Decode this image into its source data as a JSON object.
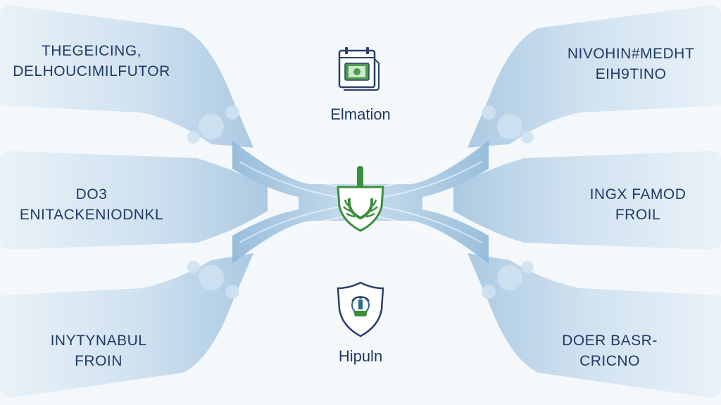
{
  "center": {
    "top_label": "Elmation",
    "bottom_label": "Hipuln"
  },
  "left": [
    {
      "line1": "THEGEICING,",
      "line2": "DELHOUCIMILFUTOR"
    },
    {
      "line1": "DO3",
      "line2": "ENITACKENIODNKL"
    },
    {
      "line1": "INYTYNABUL",
      "line2": "FROIN"
    }
  ],
  "right": [
    {
      "line1": "NIVOHIN#MEDHT",
      "line2": "EIH9TINO"
    },
    {
      "line1": "INGX FAMOD",
      "line2": "FROIL"
    },
    {
      "line1": "DOER BASR-",
      "line2": "CRICNO"
    }
  ],
  "icons": {
    "top": "calendar-money-icon",
    "middle": "shield-laurel-icon",
    "bottom": "shield-emblem-icon"
  },
  "colors": {
    "text": "#1f3a66",
    "flow": "#8fb8d8",
    "accent_green": "#3a8f3a",
    "background": "#f4f8fb"
  }
}
